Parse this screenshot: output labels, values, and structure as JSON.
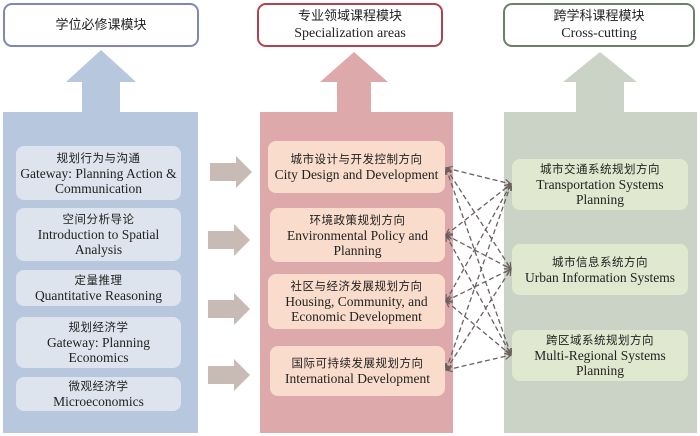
{
  "columns": [
    {
      "header_zh": "学位必修课模块",
      "header_en": "",
      "border_color": "#7f86b8",
      "panel_color": "#b7c7de",
      "courses": [
        {
          "zh": "规划行为与沟通",
          "en": "Gateway: Planning Action & Communication"
        },
        {
          "zh": "空间分析导论",
          "en": "Introduction to Spatial Analysis"
        },
        {
          "zh": "定量推理",
          "en": "Quantitative Reasoning"
        },
        {
          "zh": "规划经济学",
          "en": "Gateway: Planning Economics"
        },
        {
          "zh": "微观经济学",
          "en": "Microeconomics"
        }
      ]
    },
    {
      "header_zh": "专业领域课程模块",
      "header_en": "Specialization areas",
      "border_color": "#b3424f",
      "panel_color": "#dea9aa",
      "courses": [
        {
          "zh": "城市设计与开发控制方向",
          "en": "City Design and Development"
        },
        {
          "zh": "环境政策规划方向",
          "en": "Environmental Policy and Planning"
        },
        {
          "zh": "社区与经济发展规划方向",
          "en": "Housing, Community, and Economic Development"
        },
        {
          "zh": "国际可持续发展规划方向",
          "en": "International Development"
        }
      ]
    },
    {
      "header_zh": "跨学科课程模块",
      "header_en": "Cross-cutting",
      "border_color": "#6e7f68",
      "panel_color": "#cbd3c6",
      "courses": [
        {
          "zh": "城市交通系统规划方向",
          "en": "Transportation Systems Planning"
        },
        {
          "zh": "城市信息系统方向",
          "en": "Urban Information Systems"
        },
        {
          "zh": "跨区域系统规划方向",
          "en": "Multi-Regional Systems Planning"
        }
      ]
    }
  ],
  "connections": "every specialization area is linked by two-way dashed arrows to every cross-cutting area",
  "arrow_color": "#c8bbb6",
  "dash_color": "#6b6060"
}
